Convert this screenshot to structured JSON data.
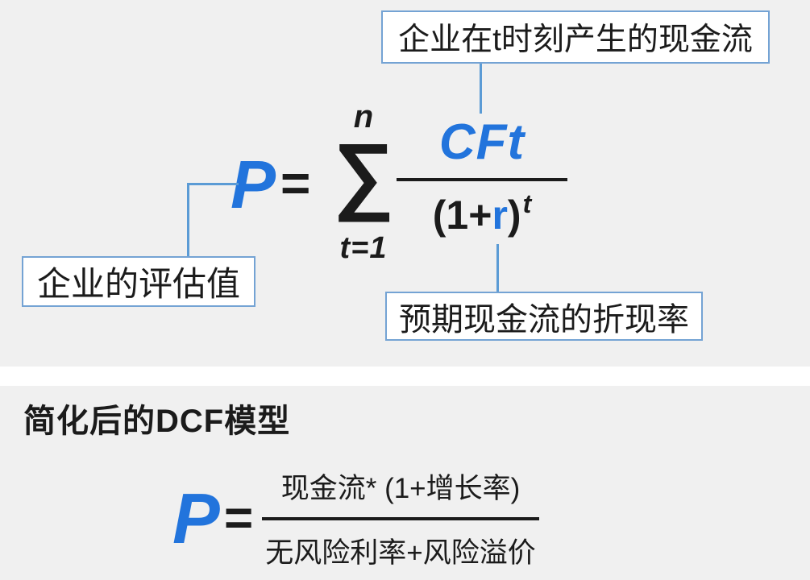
{
  "colors": {
    "background": "#f0f0f0",
    "divider": "#ffffff",
    "callout_bg": "#ffffff",
    "callout_border": "#74a3d4",
    "connector": "#5b9bd5",
    "formula_blue": "#2274dc",
    "text": "#1b1b1b"
  },
  "top_diagram": {
    "callout_top": "企业在t时刻产生的现金流",
    "callout_left": "企业的评估值",
    "callout_bottom": "预期现金流的折现率",
    "formula": {
      "lhs": "P",
      "equals": "=",
      "sum_upper": "n",
      "sum_symbol": "∑",
      "sum_lower": "t=1",
      "numerator": "CFt",
      "den_pre": "(1+",
      "den_r": "r",
      "den_post": ")",
      "den_exp": "t"
    }
  },
  "bottom_section": {
    "heading": "简化后的DCF模型",
    "formula": {
      "lhs": "P",
      "equals": "=",
      "numerator": "现金流* (1+增长率)",
      "denominator": "无风险利率+风险溢价"
    }
  }
}
